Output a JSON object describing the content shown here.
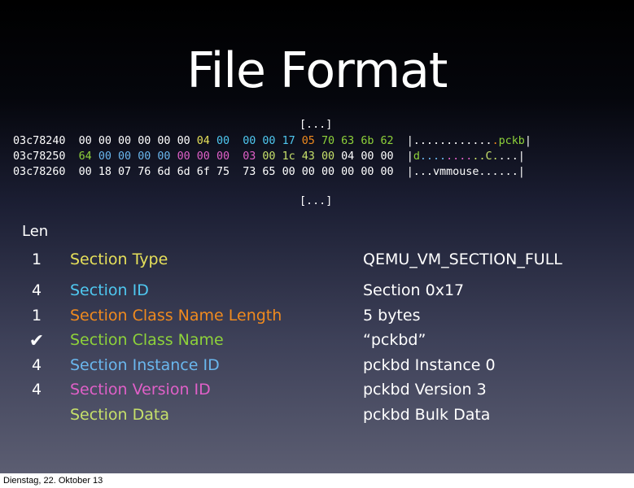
{
  "title": "File Format",
  "ellipsis_top": "[...]",
  "ellipsis_bottom": "[...]",
  "hex_rows": [
    {
      "address": "03c78240",
      "bytes": [
        {
          "v": "00",
          "c": "white"
        },
        {
          "v": "00",
          "c": "white"
        },
        {
          "v": "00",
          "c": "white"
        },
        {
          "v": "00",
          "c": "white"
        },
        {
          "v": "00",
          "c": "white"
        },
        {
          "v": "00",
          "c": "white"
        },
        {
          "v": "04",
          "c": "yellow"
        },
        {
          "v": "00",
          "c": "cyan"
        },
        {
          "v": "00",
          "c": "cyan"
        },
        {
          "v": "00",
          "c": "cyan"
        },
        {
          "v": "17",
          "c": "cyan"
        },
        {
          "v": "05",
          "c": "orange"
        },
        {
          "v": "70",
          "c": "green"
        },
        {
          "v": "63",
          "c": "green"
        },
        {
          "v": "6b",
          "c": "green"
        },
        {
          "v": "62",
          "c": "green"
        }
      ],
      "ascii": [
        {
          "v": "|............",
          "c": "white"
        },
        {
          "v": ".",
          "c": "orange"
        },
        {
          "v": "pckb",
          "c": "green"
        },
        {
          "v": "|",
          "c": "white"
        }
      ]
    },
    {
      "address": "03c78250",
      "bytes": [
        {
          "v": "64",
          "c": "green"
        },
        {
          "v": "00",
          "c": "blue"
        },
        {
          "v": "00",
          "c": "blue"
        },
        {
          "v": "00",
          "c": "blue"
        },
        {
          "v": "00",
          "c": "blue"
        },
        {
          "v": "00",
          "c": "pink"
        },
        {
          "v": "00",
          "c": "pink"
        },
        {
          "v": "00",
          "c": "pink"
        },
        {
          "v": "03",
          "c": "pink"
        },
        {
          "v": "00",
          "c": "lime"
        },
        {
          "v": "1c",
          "c": "lime"
        },
        {
          "v": "43",
          "c": "lime"
        },
        {
          "v": "00",
          "c": "lime"
        },
        {
          "v": "04",
          "c": "white"
        },
        {
          "v": "00",
          "c": "white"
        },
        {
          "v": "00",
          "c": "white"
        }
      ],
      "ascii": [
        {
          "v": "|",
          "c": "white"
        },
        {
          "v": "d",
          "c": "green"
        },
        {
          "v": "....",
          "c": "blue"
        },
        {
          "v": "....",
          "c": "pink"
        },
        {
          "v": ".",
          "c": "lime"
        },
        {
          "v": ".",
          "c": "lime"
        },
        {
          "v": "C",
          "c": "lime"
        },
        {
          "v": ".",
          "c": "lime"
        },
        {
          "v": "...|",
          "c": "white"
        }
      ]
    },
    {
      "address": "03c78260",
      "bytes": [
        {
          "v": "00",
          "c": "white"
        },
        {
          "v": "18",
          "c": "white"
        },
        {
          "v": "07",
          "c": "white"
        },
        {
          "v": "76",
          "c": "white"
        },
        {
          "v": "6d",
          "c": "white"
        },
        {
          "v": "6d",
          "c": "white"
        },
        {
          "v": "6f",
          "c": "white"
        },
        {
          "v": "75",
          "c": "white"
        },
        {
          "v": "73",
          "c": "white"
        },
        {
          "v": "65",
          "c": "white"
        },
        {
          "v": "00",
          "c": "white"
        },
        {
          "v": "00",
          "c": "white"
        },
        {
          "v": "00",
          "c": "white"
        },
        {
          "v": "00",
          "c": "white"
        },
        {
          "v": "00",
          "c": "white"
        },
        {
          "v": "00",
          "c": "white"
        }
      ],
      "ascii": [
        {
          "v": "|...vmmouse......|",
          "c": "white"
        }
      ]
    }
  ],
  "len_header": "Len",
  "fields": [
    {
      "len": "1",
      "name": "Section Type",
      "value": "QEMU_VM_SECTION_FULL",
      "color": "#e6e05a"
    },
    {
      "len": "4",
      "name": "Section ID",
      "value": "Section 0x17",
      "color": "#4fc8f0"
    },
    {
      "len": "1",
      "name": "Section Class Name Length",
      "value": "5 bytes",
      "color": "#f08a1e"
    },
    {
      "len": "✔",
      "name": "Section Class Name",
      "value": "“pckbd”",
      "color": "#8ed23a"
    },
    {
      "len": "4",
      "name": "Section Instance ID",
      "value": "pckbd Instance 0",
      "color": "#6ab7ee"
    },
    {
      "len": "4",
      "name": "Section Version ID",
      "value": "pckbd Version 3",
      "color": "#e060c8"
    },
    {
      "len": "",
      "name": "Section Data",
      "value": "pckbd Bulk Data",
      "color": "#c6e06a"
    }
  ],
  "footer": "Dienstag, 22. Oktober 13"
}
